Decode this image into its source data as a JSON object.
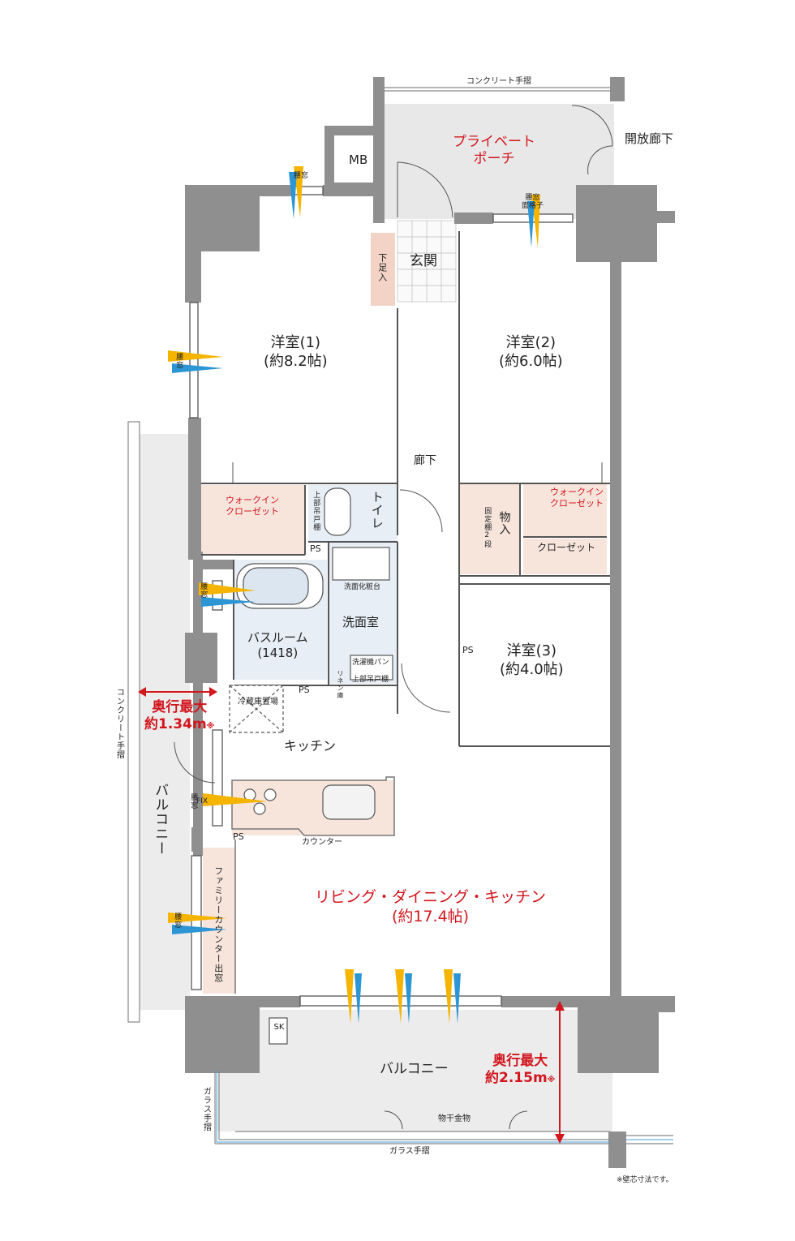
{
  "rooms": {
    "western1": {
      "name": "洋室(1)",
      "area": "(約8.2帖)"
    },
    "western2": {
      "name": "洋室(2)",
      "area": "(約6.0帖)"
    },
    "western3": {
      "name": "洋室(3)",
      "area": "(約4.0帖)"
    },
    "ldk": {
      "name": "リビング・ダイニング・キッチン",
      "area": "(約17.4帖)"
    },
    "private_porch": {
      "line1": "プライベート",
      "line2": "ポーチ"
    },
    "entrance": "玄関",
    "hallway": "廊下",
    "open_corridor": "開放廊下",
    "mb": "MB",
    "toilet": "トイレ",
    "washroom": "洗面室",
    "bathroom": {
      "name": "バスルーム",
      "size": "(1418)"
    },
    "kitchen": "キッチン",
    "balcony_side": "バルコニー",
    "balcony_bottom": "バルコニー"
  },
  "storage": {
    "wic1": {
      "line1": "ウォークイン",
      "line2": "クローゼット"
    },
    "wic2": {
      "line1": "ウォークイン",
      "line2": "クローゼット"
    },
    "closet": "クローゼット",
    "monoire": "物入",
    "shoebox": "下足入",
    "fixed_shelf": "固定棚2段",
    "toilet_shelf": "上部吊戸棚",
    "linen": "リネン庫",
    "washer_pan": "洗濯機パン",
    "upper_cabinet": "上部吊戸棚",
    "vanity": "洗面化粧台",
    "fridge": "冷蔵庫置場",
    "family_counter": "ファミリーカウンター出窓",
    "counter": "カウンター"
  },
  "labels": {
    "concrete_rail_top": "コンクリート手摺",
    "concrete_rail_side": "コンクリート手摺",
    "glass_rail_bottom": "ガラス手摺",
    "glass_rail_side": "ガラス手摺",
    "clothes_hanger": "物干金物",
    "sk": "SK",
    "ps1": "PS",
    "ps2": "PS",
    "ps3": "PS",
    "ps4": "PS",
    "window_top": "腰窓",
    "window_porch": {
      "line1": "腰窓",
      "line2": "面格子"
    },
    "window_w1": "腰窓",
    "window_bath": "腰窓",
    "window_kitchen": "腰窓",
    "fix": "FIX",
    "window_ldk": "腰窓",
    "footnote": "※壁芯寸法です。"
  },
  "dimensions": {
    "side": {
      "title": "奥行最大",
      "value": "約1.34m",
      "mark": "※"
    },
    "bottom": {
      "title": "奥行最大",
      "value": "約2.15m",
      "mark": "※"
    }
  },
  "colors": {
    "wall": "#8f8f8f",
    "wet_area": "#e8eef5",
    "storage": "#f7e5dc",
    "shoebox": "#f2d3c6",
    "porch": "#e8e8e8",
    "accent_red": "#d2161e",
    "air_yellow": "#f4b400",
    "air_blue": "#2c96d4"
  }
}
